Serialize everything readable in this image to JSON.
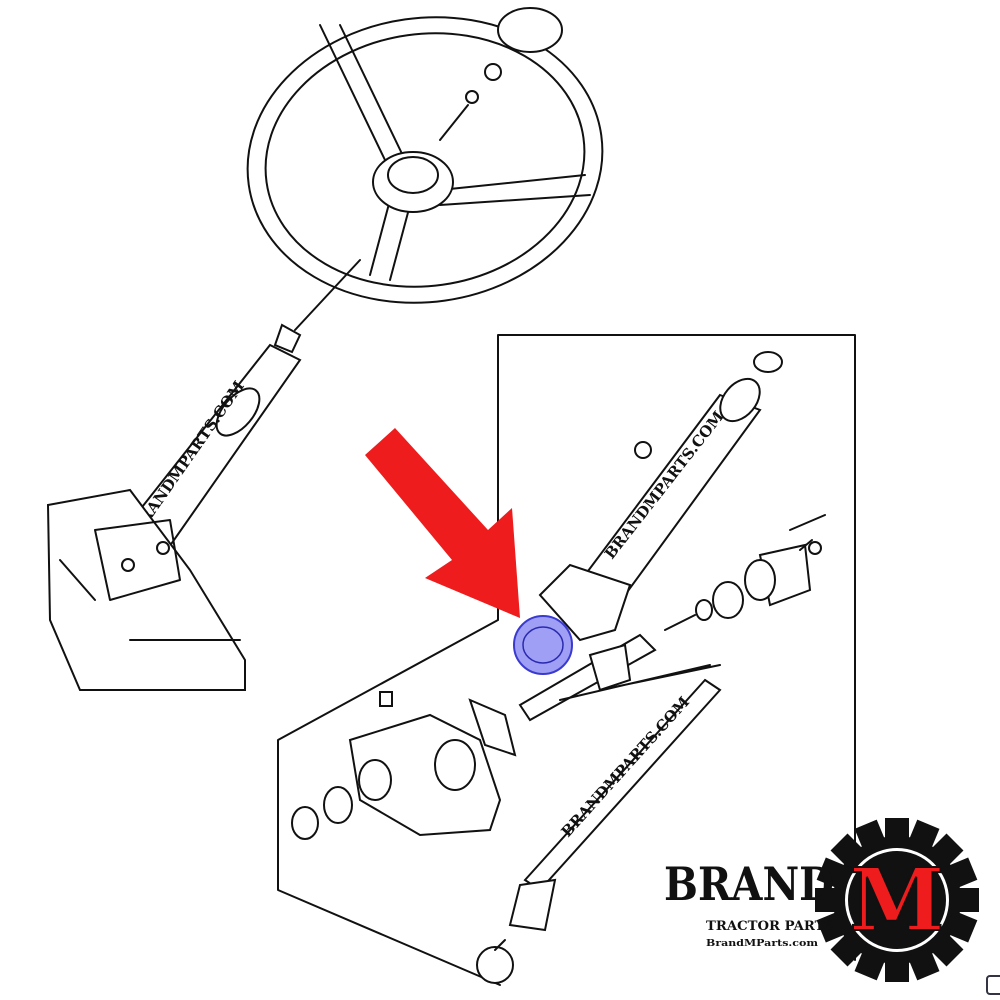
{
  "diagram": {
    "watermark_text": "BRANDMPARTS.COM",
    "highlight_color": "#6b6bf0",
    "arrow_color": "#ee1c1c",
    "line_color": "#111111"
  },
  "logo": {
    "brand": "BRAND",
    "letter": "M",
    "subtitle": "TRACTOR PARTS",
    "site": "BrandMParts.com",
    "letter_color": "#ee1c1c",
    "gear_color": "#111111"
  }
}
